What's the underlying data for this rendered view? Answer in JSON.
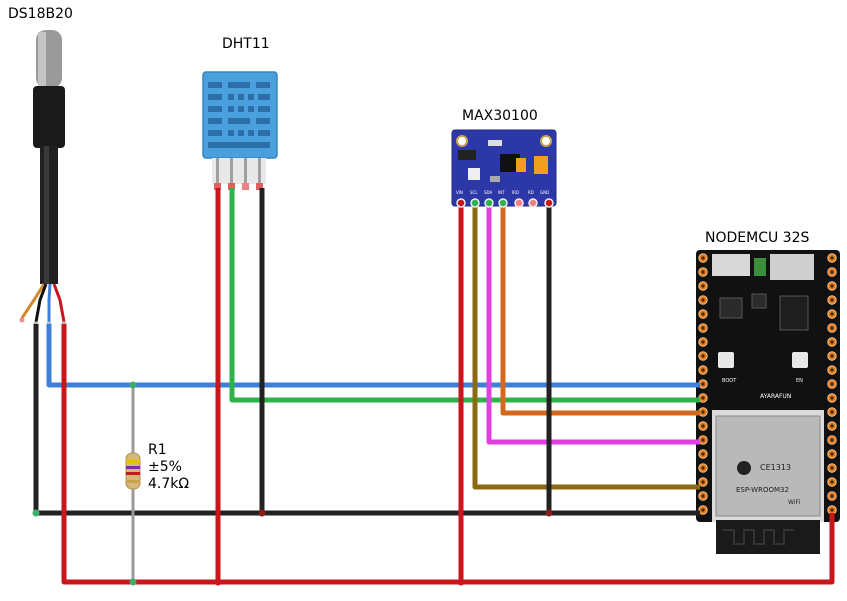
{
  "labels": {
    "ds18b20": "DS18B20",
    "dht11": "DHT11",
    "max30100": "MAX30100",
    "nodemcu": "NODEMCU 32S"
  },
  "resistor": {
    "name": "R1",
    "tolerance": "±5%",
    "value": "4.7kΩ"
  },
  "wire_colors": {
    "red": "#c8161d",
    "black": "#222222",
    "blue": "#3d7fd9",
    "green": "#2db34a",
    "orange": "#d2691e",
    "magenta": "#e040e0",
    "olive": "#8b6a14",
    "grey": "#9a9a9a"
  },
  "module_text": {
    "esp_model": "ESP-WROOM32",
    "esp_cert": "CE1313",
    "brand": "AYARAFUN",
    "wifi": "WiFi",
    "boot": "BOOT",
    "en": "EN",
    "max_pins": [
      "VIN",
      "SCL",
      "SDA",
      "INT",
      "IRD",
      "RD",
      "GND"
    ]
  }
}
